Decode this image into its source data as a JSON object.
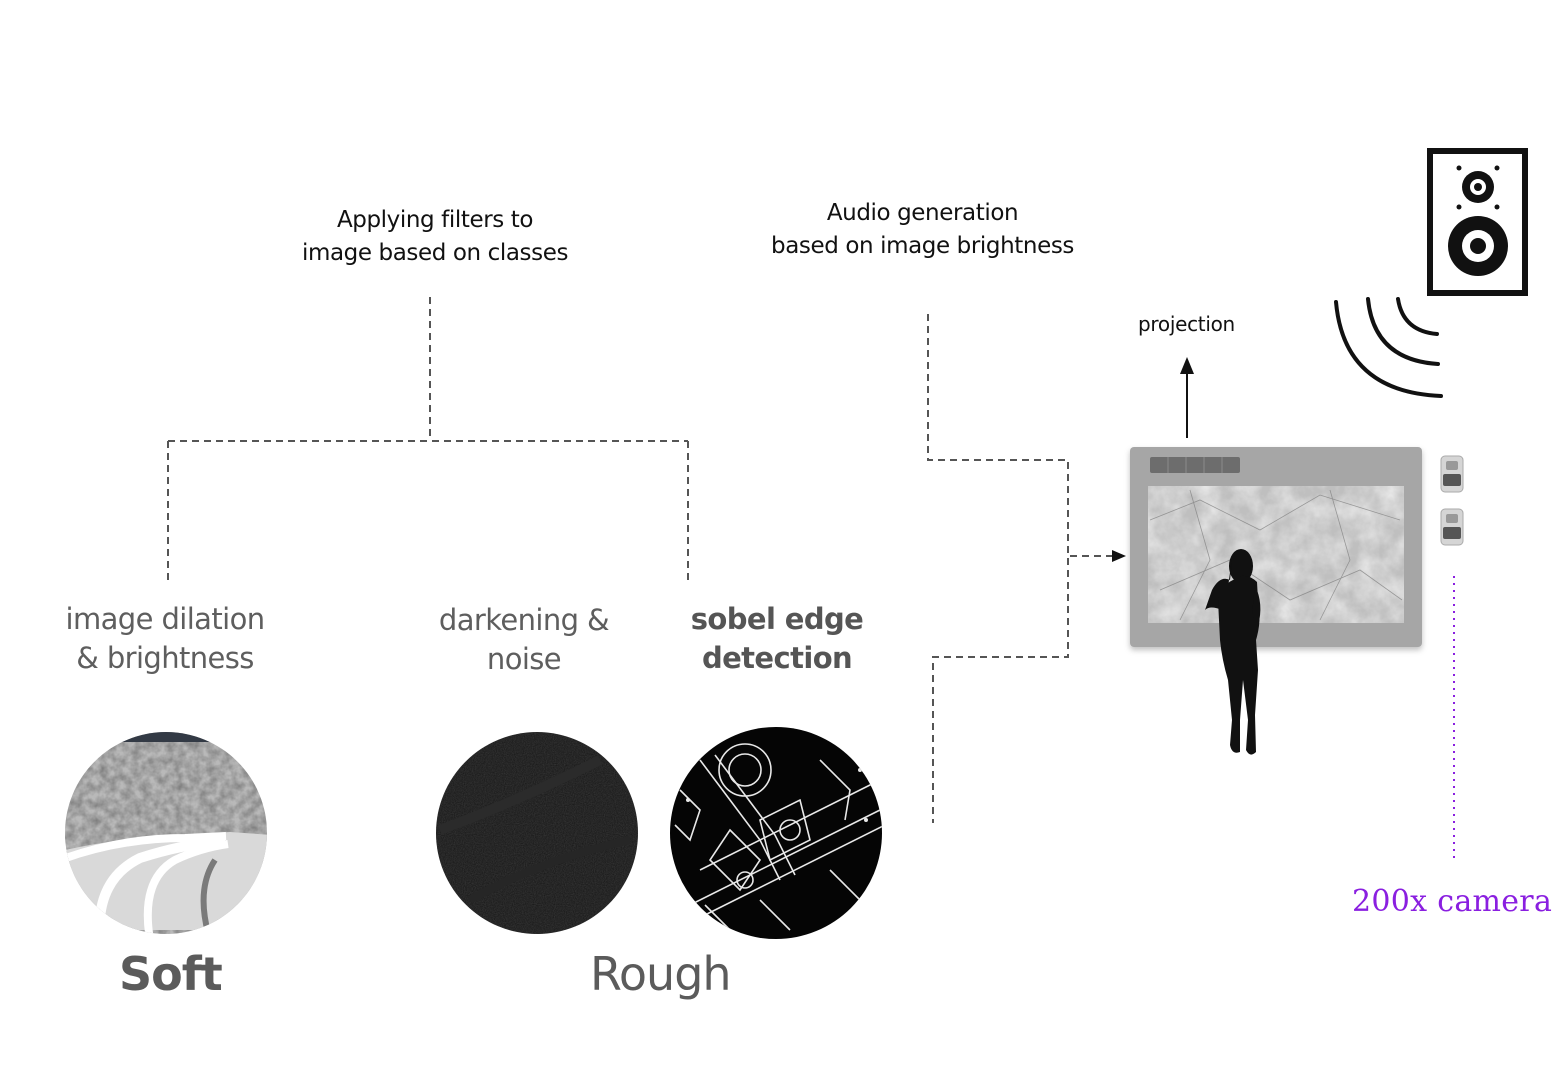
{
  "titles": {
    "filters_line1": "Applying filters to",
    "filters_line2": "image based on classes",
    "audio_line1": "Audio generation",
    "audio_line2": "based on image brightness"
  },
  "filters": {
    "dilation_line1": "image dilation",
    "dilation_line2": "& brightness",
    "darken_line1": "darkening &",
    "darken_line2": "noise",
    "sobel_line1": "sobel edge",
    "sobel_line2": "detection"
  },
  "classes": {
    "soft": "Soft",
    "rough": "Rough"
  },
  "projection_label": "projection",
  "camera_label": "200x camera",
  "icons": {
    "speaker": "speaker-icon",
    "sound_waves": "sound-waves-icon",
    "camera": "camera-icon",
    "person": "person-silhouette-icon",
    "screen": "projection-screen-icon"
  },
  "colors": {
    "connector": "#555555",
    "camera_accent": "#8a1fe0",
    "screen_frame": "#a6a6a6"
  }
}
